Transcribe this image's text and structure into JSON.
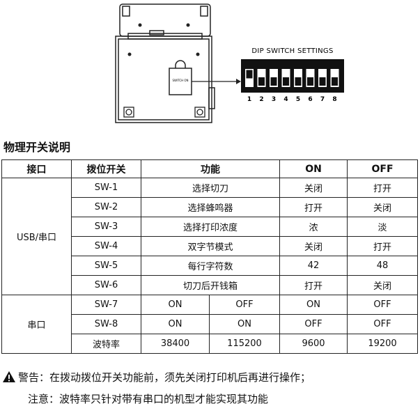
{
  "diagram": {
    "heading": "DIP SWITCH SETTINGS",
    "switch_numbers": [
      "1",
      "2",
      "3",
      "4",
      "5",
      "6",
      "7",
      "8"
    ],
    "module_label": "SWITCH ON"
  },
  "section_title": "物理开关说明",
  "table": {
    "headers": [
      "接口",
      "拨位开关",
      "功能",
      "ON",
      "OFF"
    ],
    "groups": [
      {
        "interface": "USB/串口",
        "rows": [
          {
            "switch": "SW-1",
            "function": "选择切刀",
            "on": "关闭",
            "off": "打开"
          },
          {
            "switch": "SW-2",
            "function": "选择蜂鸣器",
            "on": "打开",
            "off": "关闭"
          },
          {
            "switch": "SW-3",
            "function": "选择打印浓度",
            "on": "浓",
            "off": "淡"
          },
          {
            "switch": "SW-4",
            "function": "双字节模式",
            "on": "关闭",
            "off": "打开"
          },
          {
            "switch": "SW-5",
            "function": "每行字符数",
            "on": "42",
            "off": "48"
          },
          {
            "switch": "SW-6",
            "function": "切刀后开钱箱",
            "on": "打开",
            "off": "关闭"
          }
        ]
      },
      {
        "interface": "串口",
        "rows": [
          {
            "switch": "SW-7",
            "f1": "ON",
            "f2": "OFF",
            "on": "ON",
            "off": "OFF"
          },
          {
            "switch": "SW-8",
            "f1": "ON",
            "f2": "ON",
            "on": "OFF",
            "off": "OFF"
          },
          {
            "switch": "波特率",
            "f1": "38400",
            "f2": "115200",
            "on": "9600",
            "off": "19200"
          }
        ]
      }
    ]
  },
  "warning": "警告：在拨动拨位开关功能前，须先关闭打印机后再进行操作；",
  "note": "注意：波特率只针对带有串口的机型才能实现其功能"
}
